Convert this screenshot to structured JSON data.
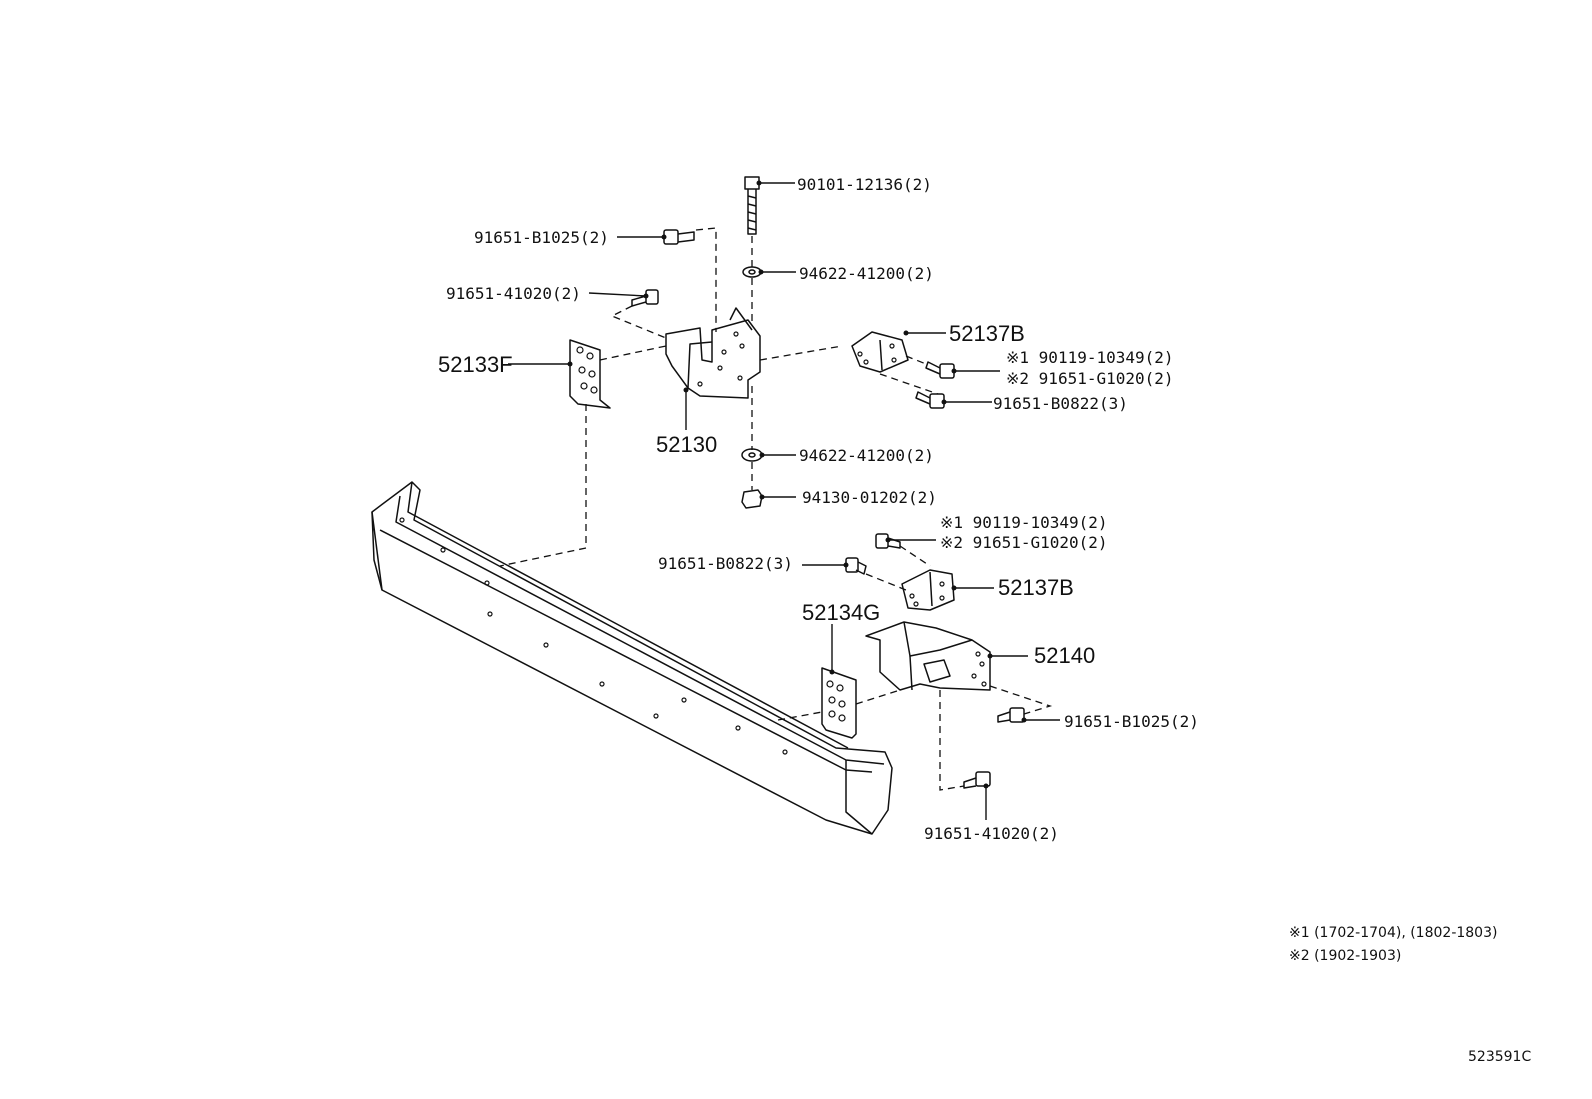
{
  "diagram_id": "523591C",
  "parts": {
    "bolt_top": "90101-12136(2)",
    "bolt_b1025_upper": "91651-B1025(2)",
    "bolt_41020_upper": "91651-41020(2)",
    "washer_upper": "94622-41200(2)",
    "bracket_52137b_upper": "52137B",
    "note1_upper": "※1 90119-10349(2)",
    "note2_upper": "※2 91651-G1020(2)",
    "bolt_b0822_upper": "91651-B0822(3)",
    "plate_52133f": "52133F",
    "bracket_52130": "52130",
    "washer_lower": "94622-41200(2)",
    "nut": "94130-01202(2)",
    "note1_lower": "※1 90119-10349(2)",
    "note2_lower": "※2 91651-G1020(2)",
    "bolt_b0822_lower": "91651-B0822(3)",
    "bracket_52137b_lower": "52137B",
    "plate_52134g": "52134G",
    "bracket_52140": "52140",
    "bolt_b1025_lower": "91651-B1025(2)",
    "bolt_41020_lower": "91651-41020(2)"
  },
  "footnotes": {
    "note1": "※1 (1702-1704), (1802-1803)",
    "note2": "※2 (1902-1903)"
  }
}
